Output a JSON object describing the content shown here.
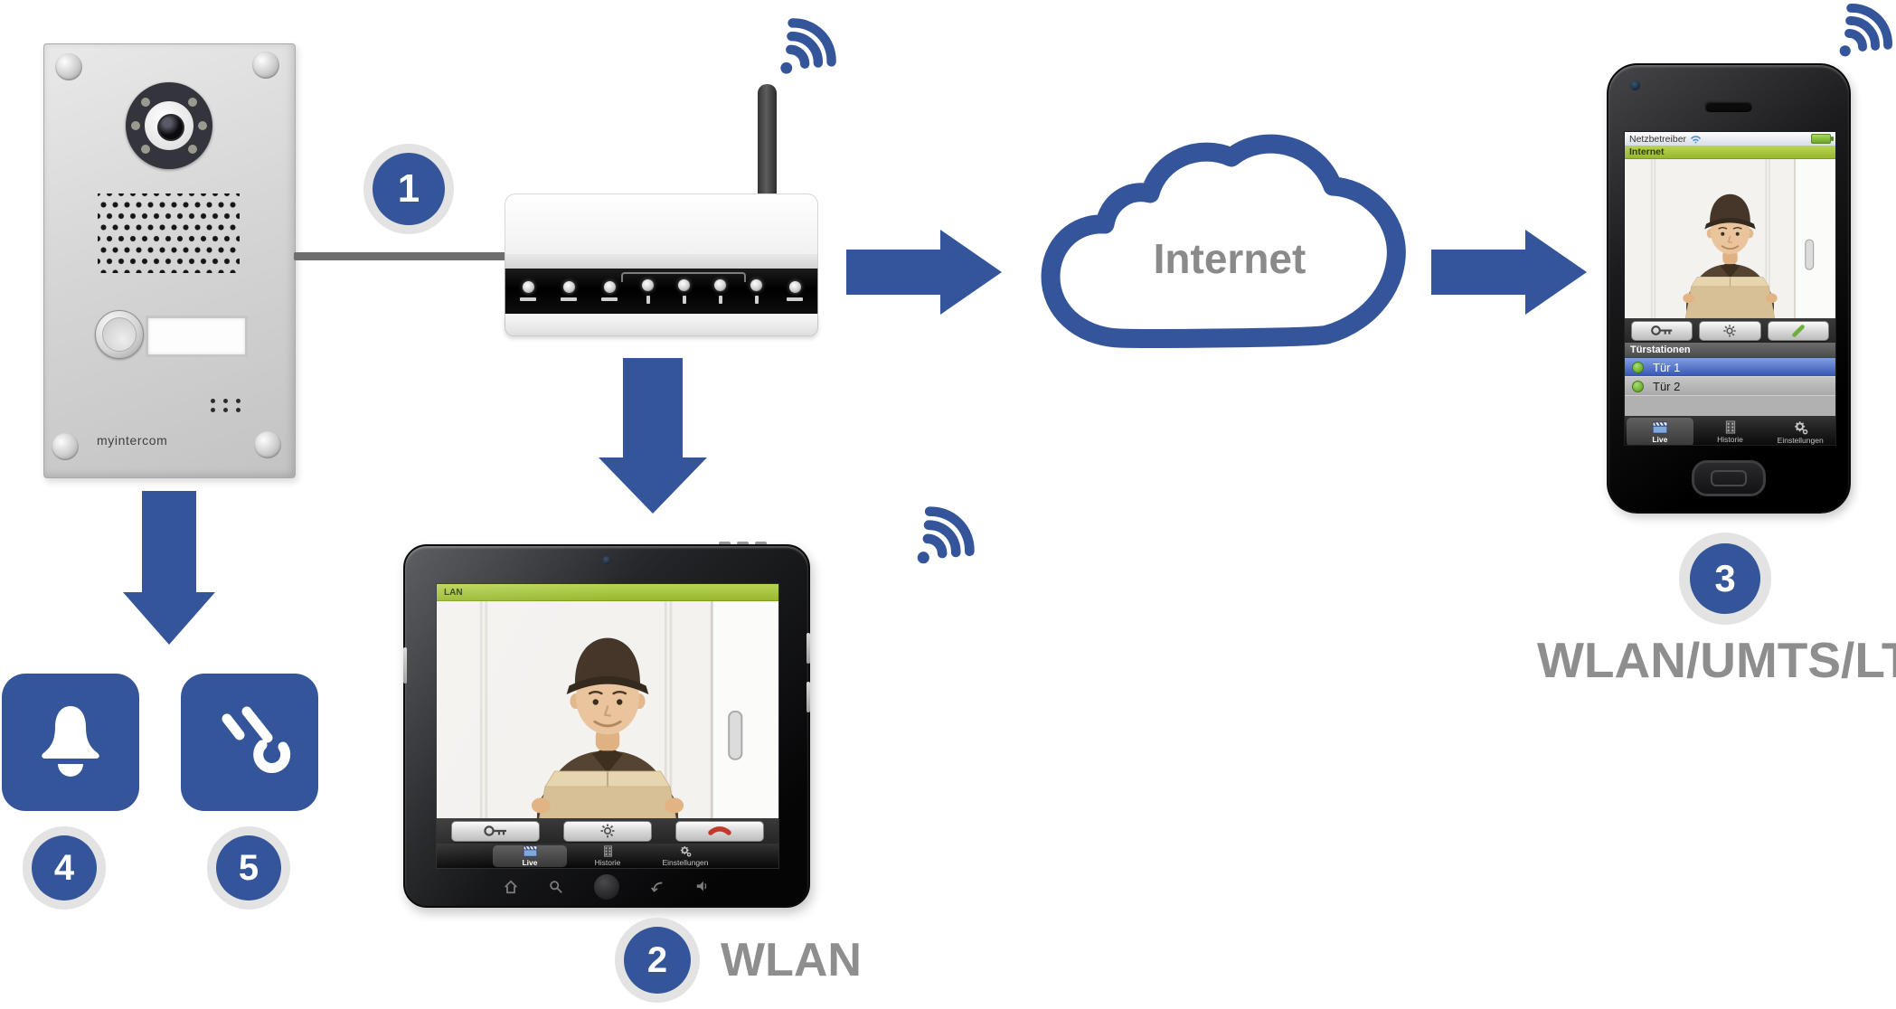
{
  "colors": {
    "accent_blue": "#35559b",
    "gray_label": "#8e8e8e",
    "green_bar": "#b3cc4d",
    "status_green": "#6aa52e"
  },
  "door_station": {
    "brand": "myintercom"
  },
  "badges": {
    "b1": "1",
    "b2": "2",
    "b3": "3",
    "b4": "4",
    "b5": "5"
  },
  "cloud": {
    "label": "Internet"
  },
  "labels": {
    "wlan": "WLAN",
    "wlan_umts_lte": "WLAN/UMTS/LTE"
  },
  "phone": {
    "carrier": "Netzbetreiber",
    "connection": "Internet",
    "door_list_header": "Türstationen",
    "doors": [
      {
        "label": "Tür 1",
        "selected": true
      },
      {
        "label": "Tür 2",
        "selected": false
      }
    ],
    "tabs": [
      {
        "label": "Live",
        "active": true
      },
      {
        "label": "Historie",
        "active": false
      },
      {
        "label": "Einstellungen",
        "active": false
      }
    ]
  },
  "tablet": {
    "connection": "LAN",
    "tabs": [
      {
        "label": "Live",
        "active": true
      },
      {
        "label": "Historie",
        "active": false
      },
      {
        "label": "Einstellungen",
        "active": false
      }
    ]
  },
  "icons": {
    "wifi": "wifi-icon",
    "bell": "bell-icon",
    "door_opener": "door-opener-icon",
    "key_button": "door-open-key-icon",
    "light_button": "light-icon",
    "answer_button": "answer-call-icon",
    "hangup_button": "hang-up-icon",
    "live_tab": "clapperboard-icon",
    "historie_tab": "film-strip-icon",
    "einstellungen_tab": "gear-icon",
    "battery": "battery-icon"
  }
}
